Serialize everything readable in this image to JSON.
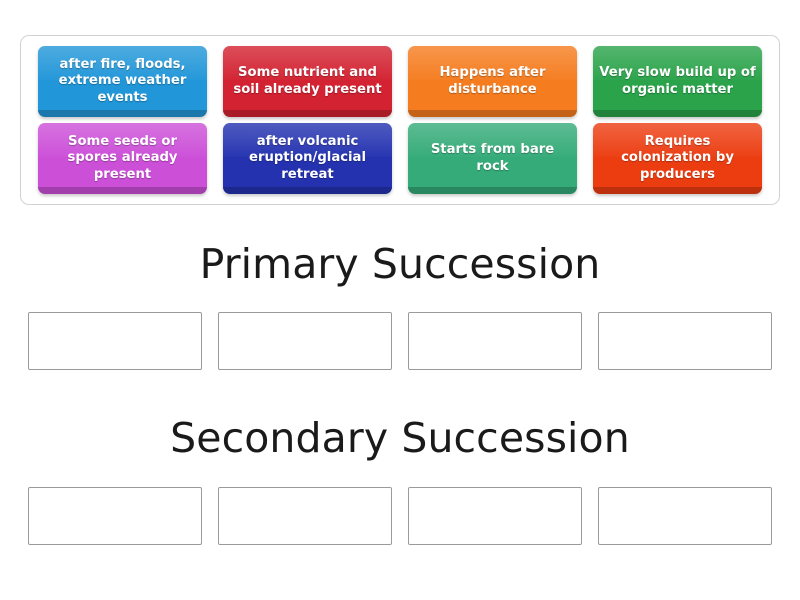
{
  "activity": {
    "type": "group-sort",
    "background_color": "#ffffff"
  },
  "tile_bank": {
    "border_color": "#d2d2d2",
    "rows": [
      [
        {
          "label": "after fire, floods, extreme weather events",
          "color": "#2196d8",
          "text_color": "#ffffff"
        },
        {
          "label": "Some nutrient and soil already present",
          "color": "#d32231",
          "text_color": "#ffffff"
        },
        {
          "label": "Happens after disturbance",
          "color": "#f57c1f",
          "text_color": "#ffffff"
        },
        {
          "label": "Very slow build up of organic matter",
          "color": "#2aa34a",
          "text_color": "#ffffff"
        }
      ],
      [
        {
          "label": "Some seeds or spores already present",
          "color": "#cc4fd8",
          "text_color": "#ffffff"
        },
        {
          "label": "after volcanic eruption/glacial retreat",
          "color": "#2432b0",
          "text_color": "#ffffff"
        },
        {
          "label": "Starts from bare rock",
          "color": "#34ab78",
          "text_color": "#ffffff"
        },
        {
          "label": "Requires colonization by producers",
          "color": "#ec3d11",
          "text_color": "#ffffff"
        }
      ]
    ]
  },
  "categories": [
    {
      "heading": "Primary Succession",
      "dropzone_count": 4,
      "dropzones": [
        "",
        "",
        "",
        ""
      ]
    },
    {
      "heading": "Secondary Succession",
      "dropzone_count": 4,
      "dropzones": [
        "",
        "",
        "",
        ""
      ]
    }
  ],
  "dropzone_style": {
    "border_color": "#9a9a9a",
    "fill_color": "#ffffff"
  }
}
